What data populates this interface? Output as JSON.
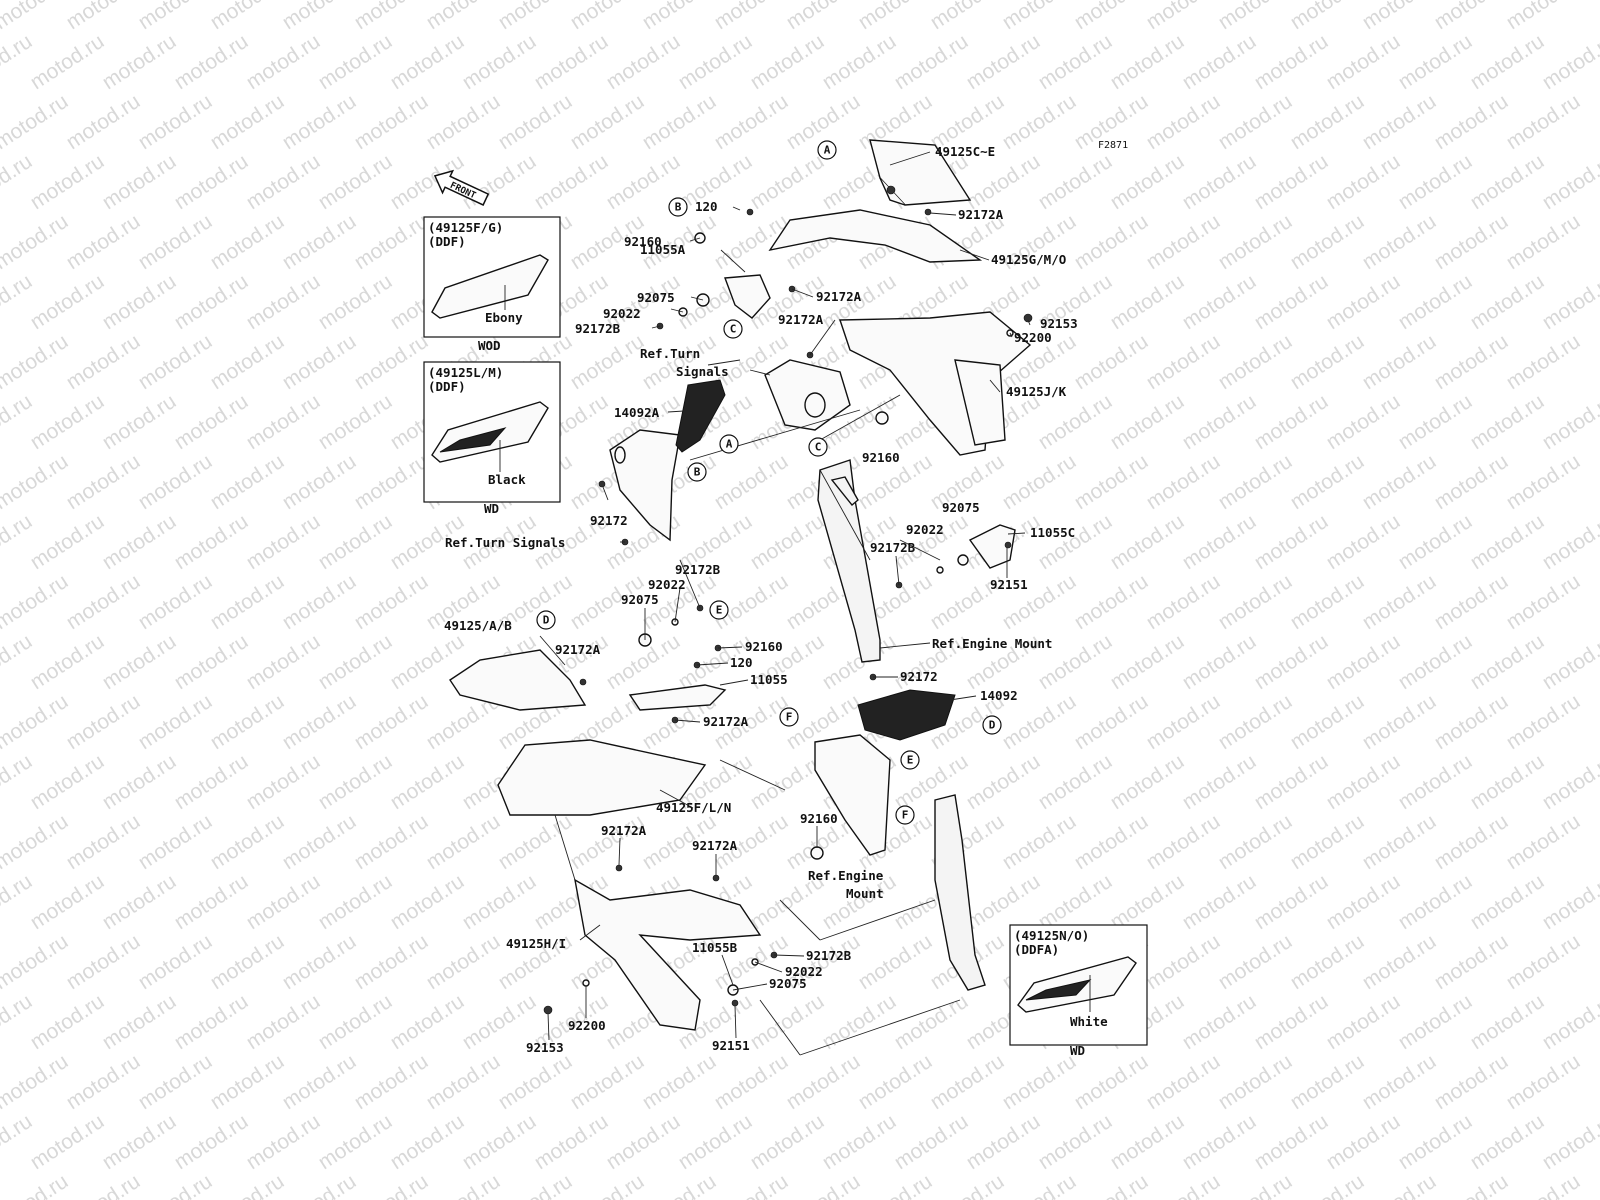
{
  "figure_code": "F2871",
  "watermark": "motod.ru",
  "front_arrow": "FRONT",
  "variant_boxes": [
    {
      "model": "(49125F/G)",
      "option": "(DDF)",
      "color": "Ebony",
      "code": "WOD"
    },
    {
      "model": "(49125L/M)",
      "option": "(DDF)",
      "color": "Black",
      "code": "WD"
    },
    {
      "model": "(49125N/O)",
      "option": "(DDFA)",
      "color": "White",
      "code": "WD"
    }
  ],
  "part_labels": {
    "p49125CE": "49125C~E",
    "p92172A_1": "92172A",
    "p49125GMO": "49125G/M/O",
    "p92172A_2": "92172A",
    "p92153_1": "92153",
    "p92200_1": "92200",
    "p120_1": "120",
    "p92160_1": "92160",
    "p11055A": "11055A",
    "p92075_1": "92075",
    "p92022_1": "92022",
    "p92172B_1": "92172B",
    "p92172A_3": "92172A",
    "ref_turn_1a": "Ref.Turn",
    "ref_turn_1b": "Signals",
    "p49125JK": "49125J/K",
    "p14092A": "14092A",
    "p92160_2": "92160",
    "p92172_1": "92172",
    "ref_turn_2": "Ref.Turn Signals",
    "p92075_2": "92075",
    "p11055C": "11055C",
    "p92022_2": "92022",
    "p92172B_2": "92172B",
    "p92151_1": "92151",
    "p92172B_3": "92172B",
    "p92022_3": "92022",
    "p92075_3": "92075",
    "p49125AB": "49125/A/B",
    "p92172A_4": "92172A",
    "p92160_3": "92160",
    "p120_2": "120",
    "p11055": "11055",
    "ref_engine_1": "Ref.Engine Mount",
    "p92172_2": "92172",
    "p14092": "14092",
    "p92172A_5": "92172A",
    "p49125FLN": "49125F/L/N",
    "p92160_4": "92160",
    "ref_engine_2a": "Ref.Engine",
    "ref_engine_2b": "Mount",
    "p92172A_6": "92172A",
    "p92172A_7": "92172A",
    "p49125HI": "49125H/I",
    "p11055B": "11055B",
    "p92172B_4": "92172B",
    "p92022_4": "92022",
    "p92075_4": "92075",
    "p92200_2": "92200",
    "p92153_2": "92153",
    "p92151_2": "92151"
  },
  "reference_circles": {
    "A": "A",
    "B": "B",
    "C": "C",
    "D": "D",
    "E": "E",
    "F": "F"
  }
}
